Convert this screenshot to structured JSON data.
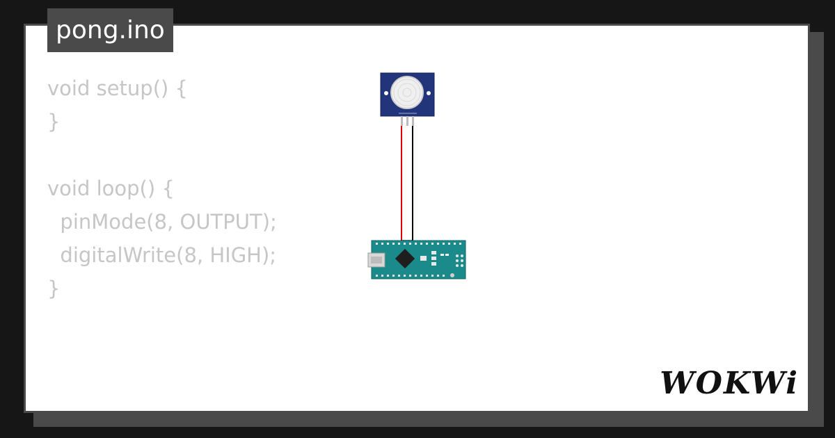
{
  "file": {
    "title": "pong.ino"
  },
  "code": {
    "lines": [
      "void setup() {",
      "}",
      "",
      "void loop() {",
      "  pinMode(8, OUTPUT);",
      "  digitalWrite(8, HIGH);",
      "}"
    ]
  },
  "diagram": {
    "components": [
      "pir-motion-sensor",
      "arduino-nano"
    ],
    "wire_colors": {
      "vcc": "#e00000",
      "gnd": "#000000"
    },
    "board_color": "#1b8a8a",
    "sensor_color": "#22357a"
  },
  "brand": {
    "logo": "WOKWi"
  }
}
